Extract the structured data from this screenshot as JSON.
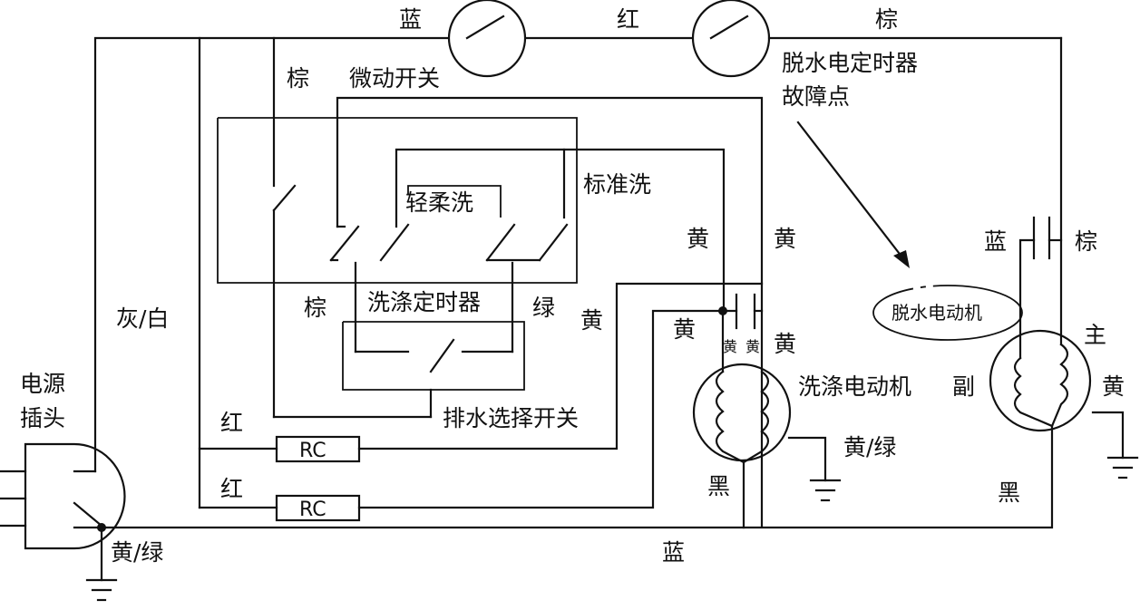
{
  "labels": {
    "wire_blue_top": "蓝",
    "wire_red_top": "红",
    "wire_brown_top": "棕",
    "spin_timer": "脱水电定时器",
    "fault_point": "故障点",
    "brown_left": "棕",
    "micro_switch": "微动开关",
    "standard_wash": "标准洗",
    "gentle_wash": "轻柔洗",
    "yellow_a": "黄",
    "yellow_b": "黄",
    "blue_cap": "蓝",
    "brown_cap": "棕",
    "gray_white": "灰/白",
    "brown_mid": "棕",
    "wash_timer": "洗涤定时器",
    "green_mid": "绿",
    "yellow_c": "黄",
    "yellow_d": "黄",
    "yellow_e": "黄",
    "cap_yellow_1": "黄",
    "cap_yellow_2": "黄",
    "spin_motor": "脱水电动机",
    "main_winding": "主",
    "wash_motor": "洗涤电动机",
    "aux_winding": "副",
    "yellow_right": "黄",
    "power": "电源",
    "plug": "插头",
    "drain_switch": "排水选择开关",
    "red_a": "红",
    "red_b": "红",
    "rc_a": "RC",
    "rc_b": "RC",
    "yellow_green_motor": "黄/绿",
    "black_a": "黑",
    "black_b": "黑",
    "yellow_green_plug": "黄/绿",
    "blue_bottom": "蓝"
  }
}
